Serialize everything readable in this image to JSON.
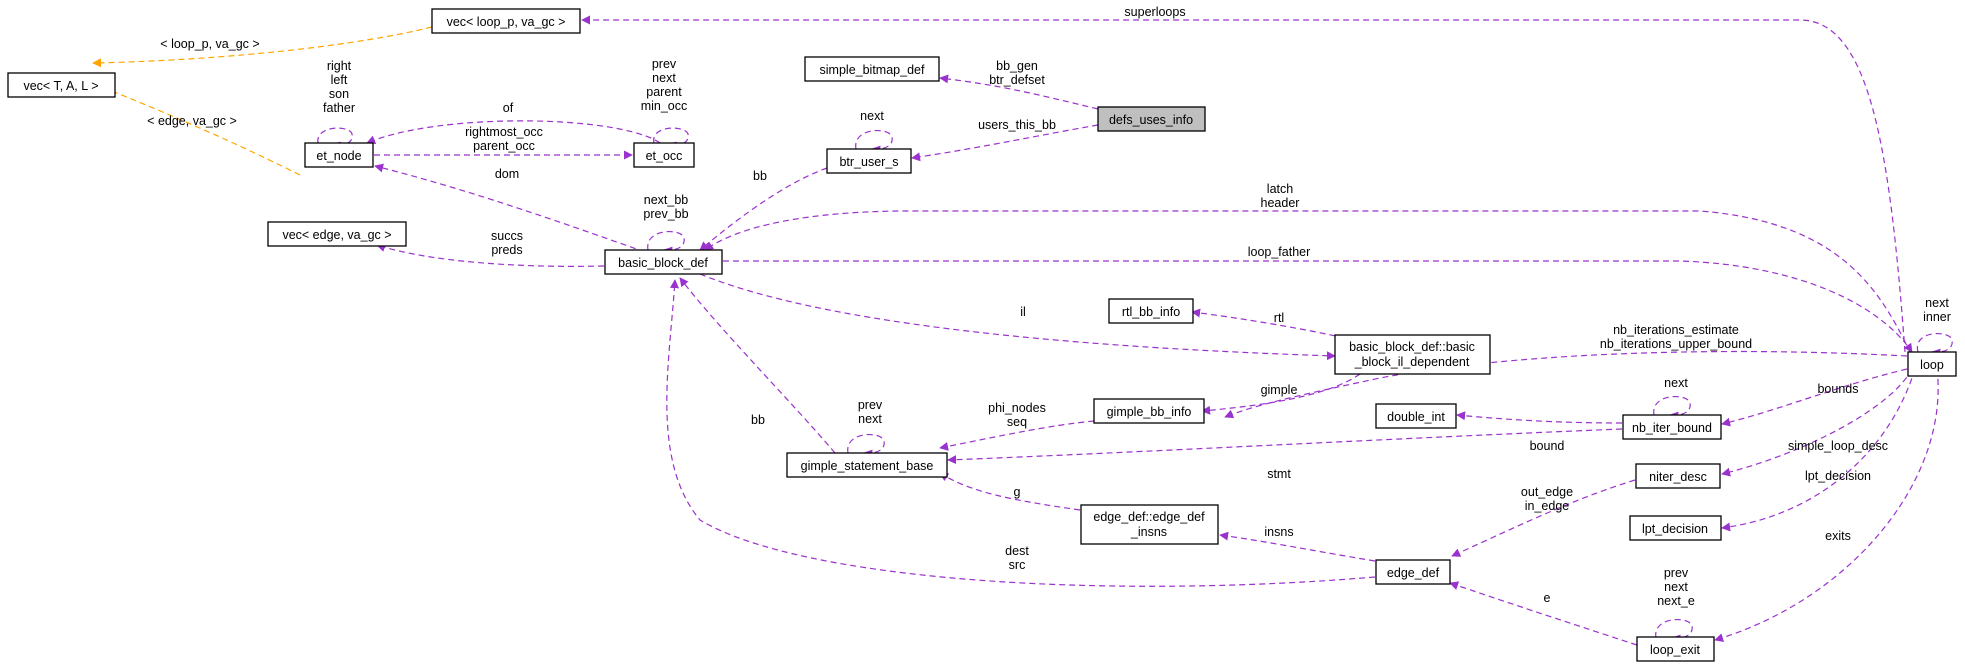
{
  "colors": {
    "member_edge": "#9a32cd",
    "template_edge": "#ffa500",
    "node_border": "#000000",
    "focus_fill": "#bfbfbf"
  },
  "nodes": {
    "vec_t_a_l": "vec< T, A, L >",
    "vec_loop_p": "vec< loop_p, va_gc >",
    "simple_bitmap_def": "simple_bitmap_def",
    "defs_uses_info": "defs_uses_info",
    "et_node": "et_node",
    "et_occ": "et_occ",
    "btr_user_s": "btr_user_s",
    "vec_edge": "vec< edge, va_gc >",
    "basic_block_def": "basic_block_def",
    "rtl_bb_info": "rtl_bb_info",
    "bb_il_dependent_line1": "basic_block_def::basic",
    "bb_il_dependent_line2": "_block_il_dependent",
    "gimple_bb_info": "gimple_bb_info",
    "double_int": "double_int",
    "nb_iter_bound": "nb_iter_bound",
    "gimple_statement_base": "gimple_statement_base",
    "niter_desc": "niter_desc",
    "lpt_decision": "lpt_decision",
    "edge_def_insns_line1": "edge_def::edge_def",
    "edge_def_insns_line2": "_insns",
    "edge_def": "edge_def",
    "loop_exit": "loop_exit",
    "loop": "loop"
  },
  "edge_labels": {
    "superloops": "superloops",
    "loop_p_va_gc": "< loop_p, va_gc >",
    "edge_va_gc": "< edge, va_gc >",
    "et_node_self": [
      "right",
      "left",
      "son",
      "father"
    ],
    "et_occ_self": [
      "prev",
      "next",
      "parent",
      "min_occ"
    ],
    "of": "of",
    "rightmost_parent": [
      "rightmost_occ",
      "parent_occ"
    ],
    "dom": "dom",
    "bb_gen_defset": [
      "bb_gen",
      "btr_defset"
    ],
    "btr_next": "next",
    "users_this_bb": "users_this_bb",
    "bb_btr": "bb",
    "latch_header": [
      "latch",
      "header"
    ],
    "bb_self": [
      "next_bb",
      "prev_bb"
    ],
    "succs_preds": [
      "succs",
      "preds"
    ],
    "loop_father": "loop_father",
    "loop_self": [
      "next",
      "inner"
    ],
    "il": "il",
    "rtl": "rtl",
    "nb_iter": [
      "nb_iterations_estimate",
      "nb_iterations_upper_bound"
    ],
    "bounds": "bounds",
    "gimple": "gimple",
    "phi_seq": [
      "phi_nodes",
      "seq"
    ],
    "bb_gsb": "bb",
    "gsb_self": [
      "prev",
      "next"
    ],
    "nb_self": "next",
    "bound": "bound",
    "simple_loop_desc": "simple_loop_desc",
    "stmt": "stmt",
    "out_in_edge": [
      "out_edge",
      "in_edge"
    ],
    "lpt_decision": "lpt_decision",
    "g": "g",
    "insns": "insns",
    "dest_src": [
      "dest",
      "src"
    ],
    "exits": "exits",
    "loop_exit_self": [
      "prev",
      "next",
      "next_e"
    ],
    "e": "e"
  }
}
